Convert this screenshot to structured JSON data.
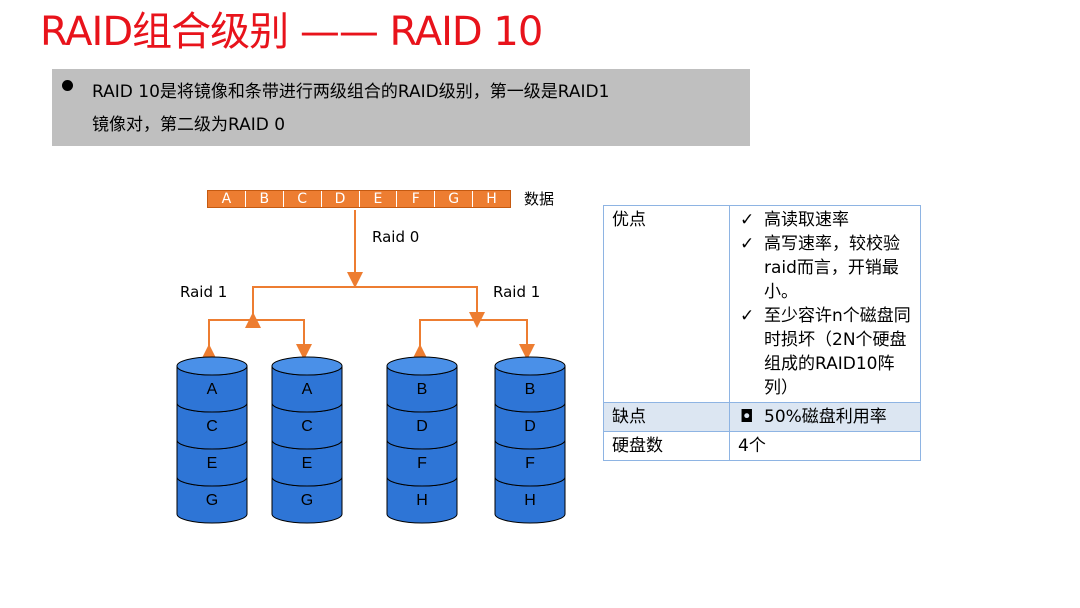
{
  "title": "RAID组合级别 —— RAID 10",
  "bullet": {
    "line1": "RAID 10是将镜像和条带进行两级组合的RAID级别，第一级是RAID1",
    "line2": "镜像对，第二级为RAID 0"
  },
  "diagram": {
    "data_blocks": [
      "A",
      "B",
      "C",
      "D",
      "E",
      "F",
      "G",
      "H"
    ],
    "data_label": "数据",
    "raid0_label": "Raid 0",
    "raid1_left_label": "Raid 1",
    "raid1_right_label": "Raid 1",
    "disks": [
      [
        "A",
        "C",
        "E",
        "G"
      ],
      [
        "A",
        "C",
        "E",
        "G"
      ],
      [
        "B",
        "D",
        "F",
        "H"
      ],
      [
        "B",
        "D",
        "F",
        "H"
      ]
    ],
    "colors": {
      "data_fill": "#ed7d31",
      "arrow": "#ed7d31",
      "disk_fill": "#2e75d6",
      "disk_outline": "#000000"
    }
  },
  "table": {
    "rows": [
      {
        "key": "优点",
        "items": [
          {
            "mark": "✓",
            "text": "高读取速率"
          },
          {
            "mark": "✓",
            "text": "高写速率，较校验raid而言，开销最小。"
          },
          {
            "mark": "✓",
            "text": "至少容许n个磁盘同时损坏（2N个硬盘组成的RAID10阵列）"
          }
        ]
      },
      {
        "key": "缺点",
        "items": [
          {
            "mark": "◘",
            "text": "50%磁盘利用率"
          }
        ]
      },
      {
        "key": "硬盘数",
        "value": "4个"
      }
    ],
    "colors": {
      "border": "#8eb4e3",
      "shade": "#dce6f2"
    }
  }
}
